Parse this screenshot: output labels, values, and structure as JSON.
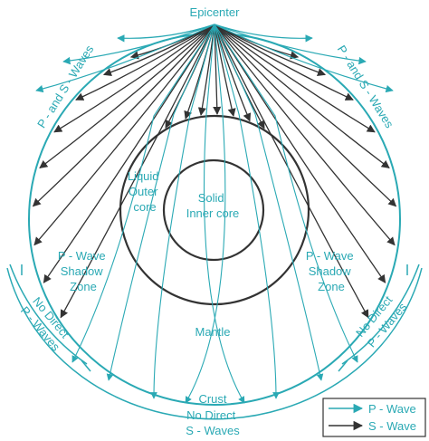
{
  "labels": {
    "epicenter": "Epicenter",
    "ps_waves_left": "P - and S - Waves",
    "ps_waves_right": "P - and S - Waves",
    "liquid_outer_core": [
      "Liquid",
      "Outer",
      "core"
    ],
    "solid_inner_core": [
      "Solid",
      "Inner core"
    ],
    "p_shadow_left": [
      "P - Wave",
      "Shadow",
      "Zone"
    ],
    "p_shadow_right": [
      "P - Wave",
      "Shadow",
      "Zone"
    ],
    "mantle": "Mantle",
    "crust": "Crust",
    "no_direct_s": [
      "No Direct",
      "S - Waves"
    ],
    "no_direct_p_left": [
      "No Direct",
      "P - Waves"
    ],
    "no_direct_p_right": [
      "No Direct",
      "P - Waves"
    ]
  },
  "legend": {
    "p_wave": "P - Wave",
    "s_wave": "S - Wave"
  },
  "colors": {
    "p_wave": "#2aa9b4",
    "s_wave": "#333333",
    "core_outline": "#333333",
    "crust": "#2aa9b4",
    "text": "#2aa9b4"
  }
}
